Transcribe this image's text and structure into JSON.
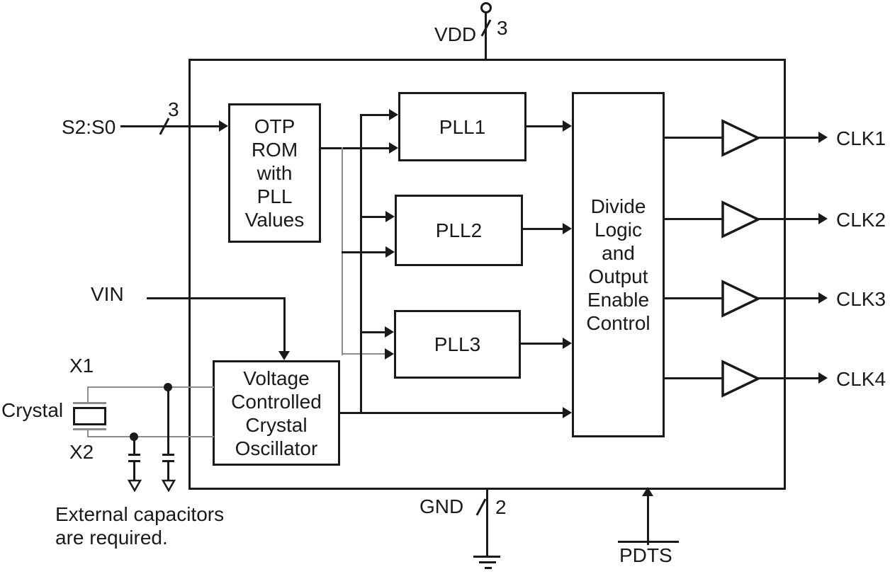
{
  "power": {
    "vdd_label": "VDD",
    "vdd_bus_width": "3",
    "gnd_label": "GND",
    "gnd_bus_width": "2"
  },
  "inputs": {
    "select_label": "S2:S0",
    "select_bus_width": "3",
    "vin_label": "VIN",
    "pdts_label": "PDTS"
  },
  "crystal": {
    "x1_label": "X1",
    "x2_label": "X2",
    "crystal_label": "Crystal",
    "note": "External capacitors\nare required."
  },
  "blocks": {
    "otp_rom": "OTP\nROM\nwith\nPLL\nValues",
    "vcxo": "Voltage\nControlled\nCrystal\nOscillator",
    "pll1": "PLL1",
    "pll2": "PLL2",
    "pll3": "PLL3",
    "divide_logic": "Divide\nLogic\nand\nOutput\nEnable\nControl"
  },
  "outputs": {
    "clk1": "CLK1",
    "clk2": "CLK2",
    "clk3": "CLK3",
    "clk4": "CLK4"
  },
  "colors": {
    "line": "#1a1a1a",
    "gray_line": "#8c8c8c",
    "background": "#ffffff"
  }
}
